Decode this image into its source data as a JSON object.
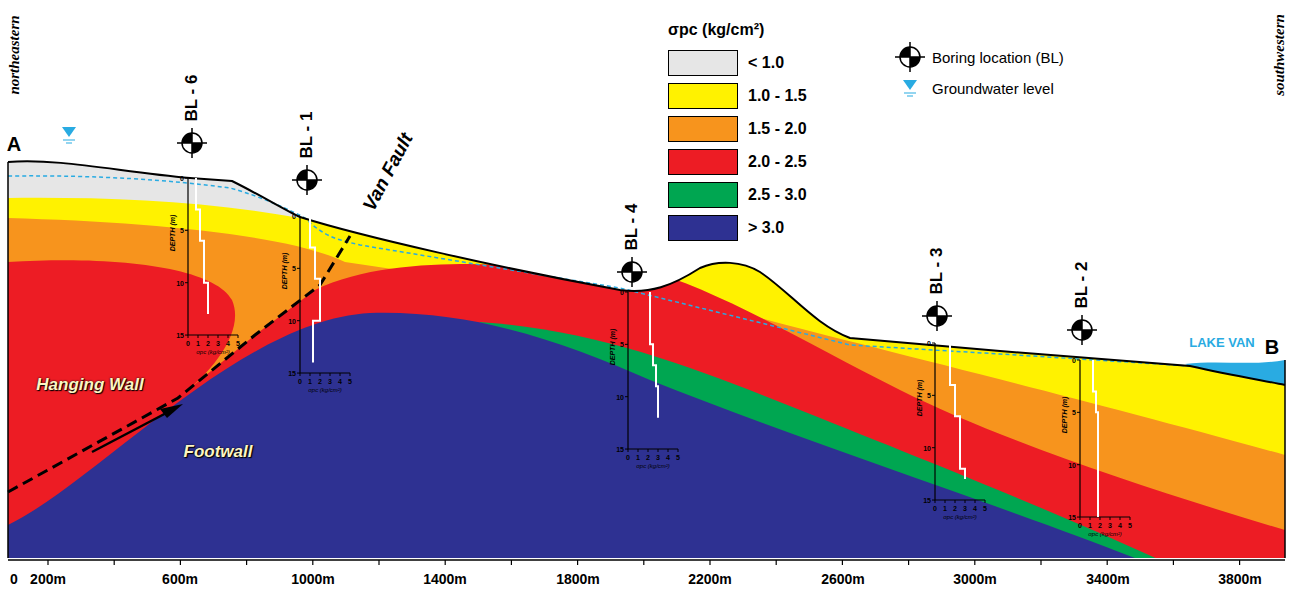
{
  "diagram": {
    "labels": [
      "northeastern",
      "southwestern",
      "A",
      "B",
      "BL - 6",
      "BL - 1",
      "BL - 4",
      "BL - 3",
      "BL - 2",
      "Van Fault",
      "Hanging Wall",
      "Footwall",
      "LAKE VAN",
      "σpc (kg/cm²)",
      "0",
      "200m",
      "600m",
      "1000m",
      "1400m",
      "1800m",
      "2200m",
      "2600m",
      "3000m",
      "3400m",
      "3800m",
      "DEPTH (m)",
      "0",
      "5",
      "10",
      "15",
      "0",
      "1",
      "2",
      "3",
      "4",
      "5",
      "σpc (kg/cm²)",
      "DEPTH (m)",
      "0",
      "5",
      "10",
      "15",
      "0",
      "1",
      "2",
      "3",
      "4",
      "5",
      "σpc (kg/cm²)",
      "DEPTH (m)",
      "0",
      "5",
      "10",
      "15",
      "0",
      "1",
      "2",
      "3",
      "4",
      "5",
      "σpc (kg/cm²)",
      "DEPTH (m)",
      "0",
      "5",
      "10",
      "15",
      "0",
      "1",
      "2",
      "3",
      "4",
      "5",
      "σpc (kg/cm²)",
      "DEPTH (m)",
      "0",
      "5",
      "10",
      "15",
      "0",
      "1",
      "2",
      "3",
      "4",
      "5",
      "σpc (kg/cm²)"
    ],
    "legend": [
      {
        "text": "< 1.0",
        "color": "#e6e6e6"
      },
      {
        "text": "1.0 - 1.5",
        "color": "#fff200"
      },
      {
        "text": "1.5 - 2.0",
        "color": "#f7941d"
      },
      {
        "text": "2.0 - 2.5",
        "color": "#ed1c24"
      },
      {
        "text": "2.5 - 3.0",
        "color": "#00a651"
      },
      {
        "text": "> 3.0",
        "color": "#2e3192"
      },
      {
        "text": "Boring location (BL)"
      },
      {
        "text": "Groundwater level"
      }
    ]
  }
}
